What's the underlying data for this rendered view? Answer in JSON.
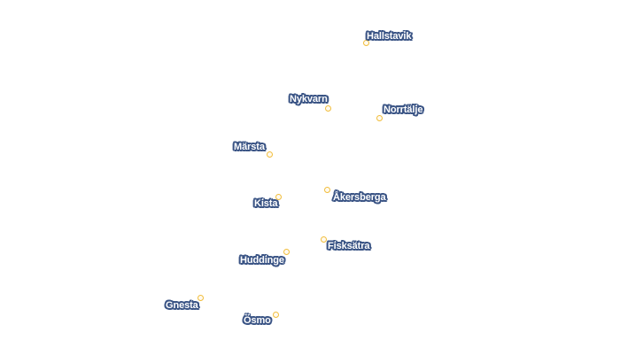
{
  "colors": {
    "background": "#ffffff",
    "marker_stroke": "#f1be3c",
    "label_fill": "#ffffff",
    "label_halo": "#3a5485"
  },
  "marker_icon": "circle-marker-icon",
  "places": [
    {
      "id": "hallstavik",
      "name": "Hallstavik"
    },
    {
      "id": "nykvarn",
      "name": "Nykvarn"
    },
    {
      "id": "norrtalje",
      "name": "Norrtälje"
    },
    {
      "id": "marsta",
      "name": "Märsta"
    },
    {
      "id": "kista",
      "name": "Kista"
    },
    {
      "id": "akersberga",
      "name": "Åkersberga"
    },
    {
      "id": "fisksatra",
      "name": "Fisksätra"
    },
    {
      "id": "huddinge",
      "name": "Huddinge"
    },
    {
      "id": "gnesta",
      "name": "Gnesta"
    },
    {
      "id": "osmo",
      "name": "Ösmo"
    }
  ]
}
